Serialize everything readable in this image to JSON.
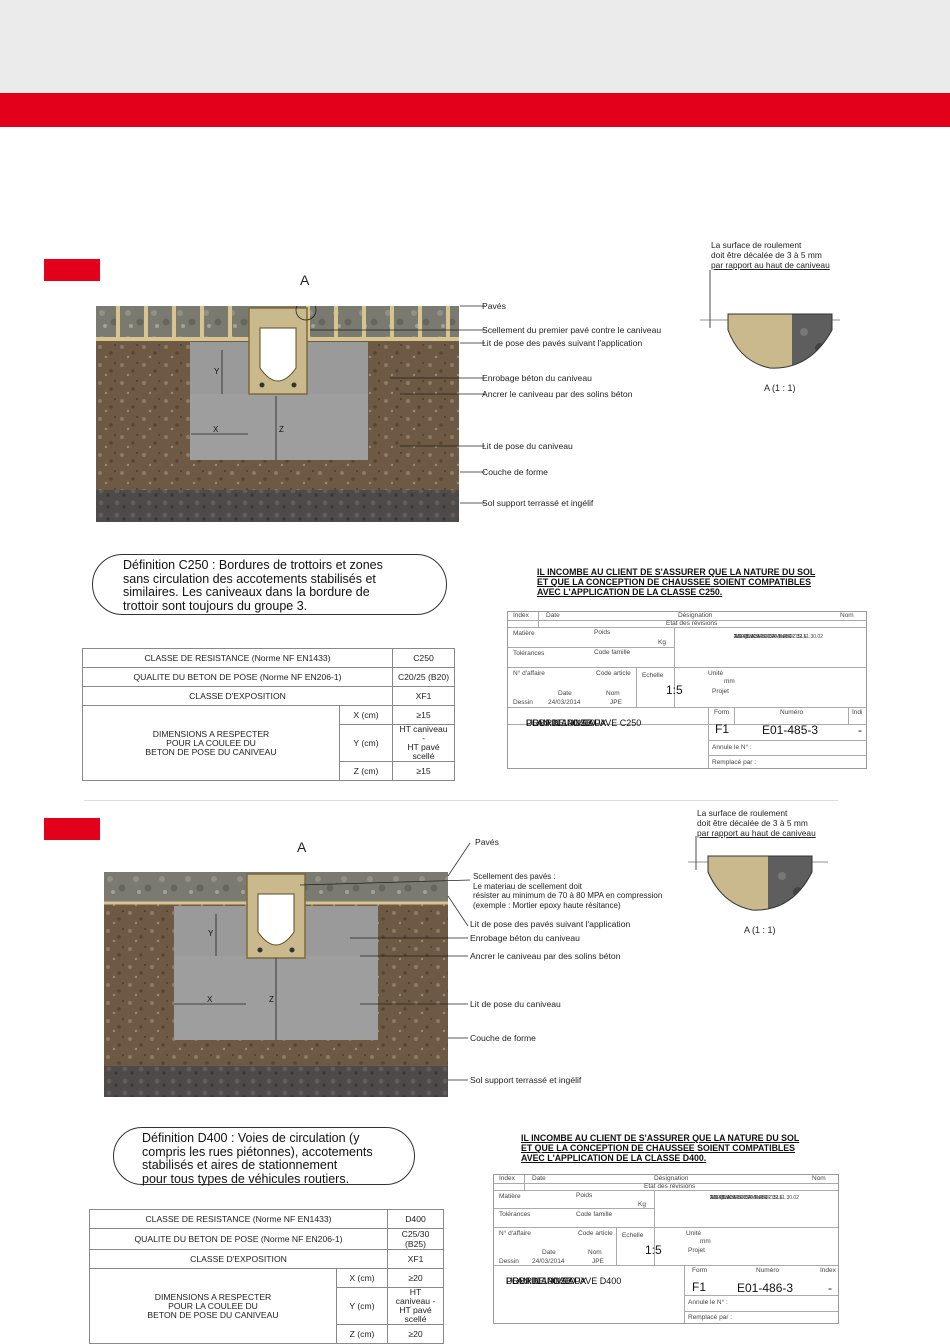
{
  "sections": [
    {
      "annotations": {
        "paves": "Pavés",
        "scellement": "Scellement du premier pavé contre le caniveau",
        "lit_paves": "Lit de pose des pavés suivant l'application",
        "enrobage": "Enrobage béton du caniveau",
        "ancrer": "Ancrer le caniveau par des solins béton",
        "lit_caniveau": "Lit de pose du caniveau",
        "couche": "Couche de forme",
        "sol": "Sol support terrassé et ingélif"
      },
      "label_a": "A",
      "dim_x": "X",
      "dim_y": "Y",
      "dim_z": "Z",
      "detail_note": [
        "La surface de roulement",
        "doit être décalée de 3 à 5 mm",
        "par rapport au haut de caniveau"
      ],
      "detail_caption": "A (1 : 1)",
      "definition": [
        "Définition C250 : Bordures de trottoirs et zones",
        "sans circulation des accotements stabilisés et",
        "similaires. Les caniveaux dans la bordure de",
        "trottoir sont toujours du groupe 3."
      ],
      "warning": [
        "IL INCOMBE AU CLIENT DE S'ASSURER QUE LA NATURE DU SOL",
        "ET QUE LA CONCEPTION DE CHAUSSEE SOIENT COMPATIBLES",
        "AVEC L'APPLICATION DE LA CLASSE C250."
      ],
      "spec": {
        "classe_label": "CLASSE DE RESISTANCE (Norme NF EN1433)",
        "classe_value": "C250",
        "beton_label": "QUALITE DU BETON DE POSE (Norme NF EN206-1)",
        "beton_value": "C20/25 (B20)",
        "expo_label": "CLASSE D'EXPOSITION",
        "expo_value": "XF1",
        "dim_label": [
          "DIMENSIONS A RESPECTER",
          "POUR LA COULEE DU",
          "BETON DE POSE DU CANIVEAU"
        ],
        "x_label": "X (cm)",
        "x_value": "≥15",
        "y_label": "Y (cm)",
        "y_value": [
          "HT caniveau -",
          "HT pavé scellé"
        ],
        "z_label": "Z (cm)",
        "z_value": "≥15"
      },
      "titleblock": {
        "index": "Index",
        "date": "Date",
        "designation": "Désignation",
        "nom": "Nom",
        "etat": "Etat des révisions",
        "matiere": "Matière",
        "poids": "Poids",
        "kg": "Kg",
        "tolerances": "Tolérances",
        "code_famille": "Code famille",
        "affaire": "N° d'affaire",
        "code_article": "Code article",
        "echelle_label": "Echelle",
        "unite": "Unité",
        "mm": "mm",
        "projet": "Projet",
        "date2": "Date",
        "nom2": "Nom",
        "dessin": "Dessin",
        "dessin_date": "24/03/2014",
        "dessin_nom": "JPE",
        "scale": "1:5",
        "company": [
          "ACO S.A.S",
          "\"LE QUAI A BOIS\" - BP80",
          "27940 NOTRE DAME DE L'ISLE",
          "Tél. 02.32.51.30.30 Fax. 02.32.51.30.02"
        ],
        "plan_title": [
          "PLAN DE POSE PAVE C250",
          "POUR CANIVEAUX",
          "URBAIN 100/200"
        ],
        "format_label": "Form",
        "format": "F1",
        "numero_label": "Numéro",
        "numero": "E01-485-3",
        "indice_label": "Indi",
        "indice": "-",
        "annule": "Annule le N° :",
        "remplace": "Remplacé par :"
      }
    },
    {
      "annotations": {
        "paves": "Pavés",
        "scellement": [
          "Scellement des pavés :",
          "Le materiau de scellement doit",
          "résister au minimum de 70 à 80 MPA en compression",
          "(exemple : Mortier epoxy haute résitance)"
        ],
        "lit_paves": "Lit de pose des pavés suivant l'application",
        "enrobage": "Enrobage béton du caniveau",
        "ancrer": "Ancrer le caniveau par des solins béton",
        "lit_caniveau": "Lit de pose du caniveau",
        "couche": "Couche de forme",
        "sol": "Sol support terrassé et ingélif"
      },
      "label_a": "A",
      "dim_x": "X",
      "dim_y": "Y",
      "dim_z": "Z",
      "detail_note": [
        "La surface de roulement",
        "doit être décalée de 3 à 5 mm",
        "par rapport au haut de caniveau"
      ],
      "detail_caption": "A (1 : 1)",
      "definition": [
        "Définition D400 : Voies de circulation (y",
        "compris les rues piétonnes), accotements",
        "stabilisés et aires de stationnement",
        "pour tous types de véhicules routiers."
      ],
      "warning": [
        "IL INCOMBE AU CLIENT DE S'ASSURER QUE LA NATURE DU SOL",
        "ET QUE LA CONCEPTION DE CHAUSSEE SOIENT COMPATIBLES",
        "AVEC L'APPLICATION DE LA CLASSE D400."
      ],
      "spec": {
        "classe_label": "CLASSE DE RESISTANCE (Norme NF EN1433)",
        "classe_value": "D400",
        "beton_label": "QUALITE DU BETON DE POSE (Norme NF EN206-1)",
        "beton_value": "C25/30 (B25)",
        "expo_label": "CLASSE D'EXPOSITION",
        "expo_value": "XF1",
        "dim_label": [
          "DIMENSIONS A RESPECTER",
          "POUR LA COULEE DU",
          "BETON DE POSE DU CANIVEAU"
        ],
        "x_label": "X (cm)",
        "x_value": "≥20",
        "y_label": "Y (cm)",
        "y_value": [
          "HT caniveau -",
          "HT pavé scellé"
        ],
        "z_label": "Z (cm)",
        "z_value": "≥20"
      },
      "titleblock": {
        "index": "Index",
        "date": "Date",
        "designation": "Désignation",
        "nom": "Nom",
        "etat": "Etat des révisions",
        "matiere": "Matière",
        "poids": "Poids",
        "kg": "Kg",
        "tolerances": "Tolérances",
        "code_famille": "Code famille",
        "affaire": "N° d'affaire",
        "code_article": "Code article",
        "echelle_label": "Echelle",
        "unite": "Unité",
        "mm": "mm",
        "projet": "Projet",
        "date2": "Date",
        "nom2": "Nom",
        "dessin": "Dessin",
        "dessin_date": "24/03/2014",
        "dessin_nom": "JPE",
        "scale": "1:5",
        "company": [
          "ACO S.A.S",
          "\"LE QUAI A BOIS\" - BP80",
          "27940 NOTRE DAME DE L'ISLE",
          "Tél. 02.32.51.30.30 Fax. 02.32.51.30.02"
        ],
        "plan_title": [
          "PLAN DE POSE PAVE D400",
          "POUR CANIVEAUX",
          "URBAIN 100/200"
        ],
        "format_label": "Form",
        "format": "F1",
        "numero_label": "Numéro",
        "numero": "E01-486-3",
        "indice_label": "Index",
        "indice": "-",
        "annule": "Annule le N° :",
        "remplace": "Remplacé par :"
      }
    }
  ]
}
